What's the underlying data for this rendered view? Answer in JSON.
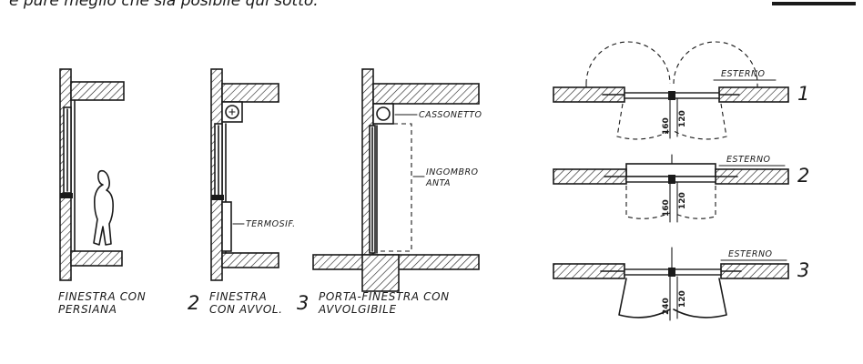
{
  "top_text": "e pure meglio che sia posibile qui sotto.",
  "sections": [
    {
      "number": "",
      "caption_line1": "FINESTRA CON",
      "caption_line2": "PERSIANA"
    },
    {
      "number": "2",
      "caption_line1": "FINESTRA",
      "caption_line2": "CON AVVOL."
    },
    {
      "number": "3",
      "caption_line1": "PORTA-FINESTRA CON",
      "caption_line2": "AVVOLGIBILE"
    }
  ],
  "labels": {
    "termosif": "TERMOSIF.",
    "cassonetto": "CASSONETTO",
    "ingombro_line1": "INGOMBRO",
    "ingombro_line2": "ANTA"
  },
  "plans": [
    {
      "number": "1",
      "label": "ESTERNO",
      "dim_a": "160",
      "dim_b": "120"
    },
    {
      "number": "2",
      "label": "ESTERNO",
      "dim_a": "160",
      "dim_b": "120"
    },
    {
      "number": "3",
      "label": "ESTERNO",
      "dim_a": "240",
      "dim_b": "120"
    }
  ],
  "colors": {
    "ink": "#1a1a1a",
    "paper": "#ffffff"
  }
}
